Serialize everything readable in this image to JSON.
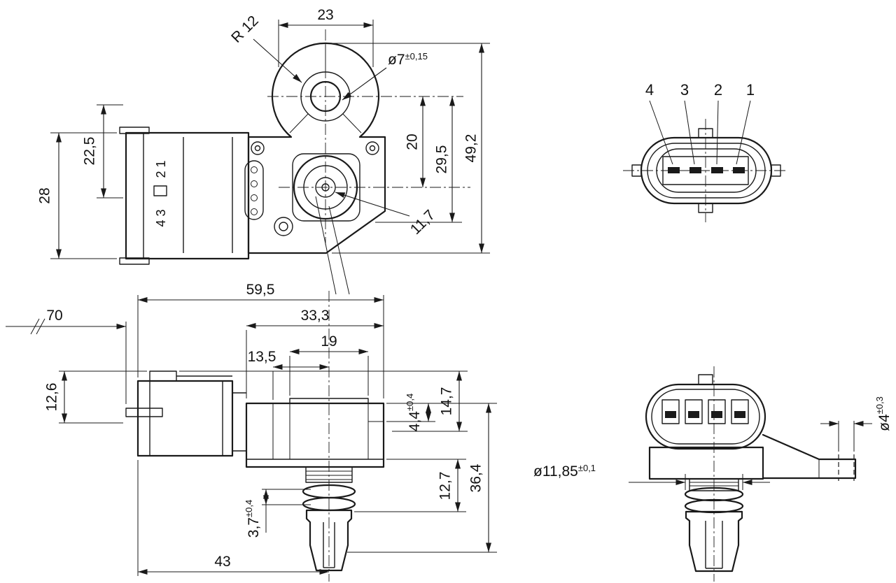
{
  "drawing": {
    "top_view": {
      "w23": "23",
      "r12": "R 12",
      "dia7": "ø7",
      "dia7_tol": "±0,15",
      "d22_5": "22,5",
      "d28": "28",
      "d20": "20",
      "d29_5": "29,5",
      "d49_2": "49,2",
      "d11_7": "11,7",
      "pins_upper": "2 1",
      "pins_lower": "4 3"
    },
    "pin_view": {
      "p4": "4",
      "p3": "3",
      "p2": "2",
      "p1": "1"
    },
    "side_view": {
      "d70": "70",
      "d59_5": "59,5",
      "d33_3": "33,3",
      "d19": "19",
      "d13_5": "13,5",
      "d12_6": "12,6",
      "d14_7": "14,7",
      "d4_4": "4,4",
      "d4_4_tol": "±0,4",
      "d12_7": "12,7",
      "d36_4": "36,4",
      "d3_7": "3,7",
      "d3_7_tol": "±0,4",
      "d43": "43"
    },
    "front_view": {
      "dia11_85": "ø11,85",
      "dia11_85_tol": "±0,1",
      "dia4": "ø4",
      "dia4_tol": "±0,3"
    }
  }
}
